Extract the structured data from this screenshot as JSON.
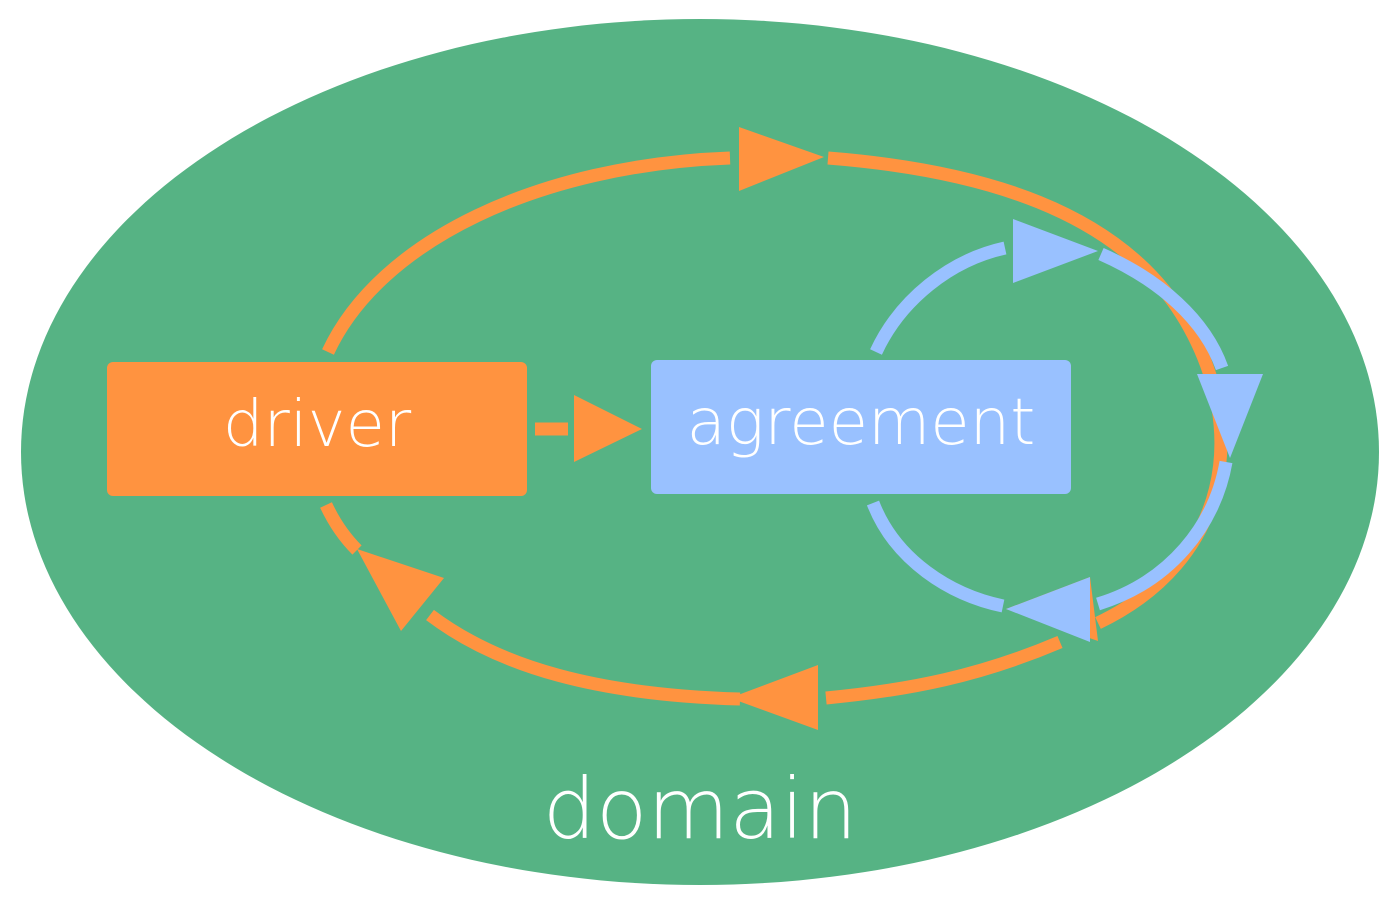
{
  "nodes": {
    "driver": {
      "label": "driver"
    },
    "agreement": {
      "label": "agreement"
    },
    "domain": {
      "label": "domain"
    }
  },
  "colors": {
    "domain": "#56b384",
    "driver": "#ff9340",
    "agreement": "#99c1ff",
    "text": "#ffffff"
  }
}
